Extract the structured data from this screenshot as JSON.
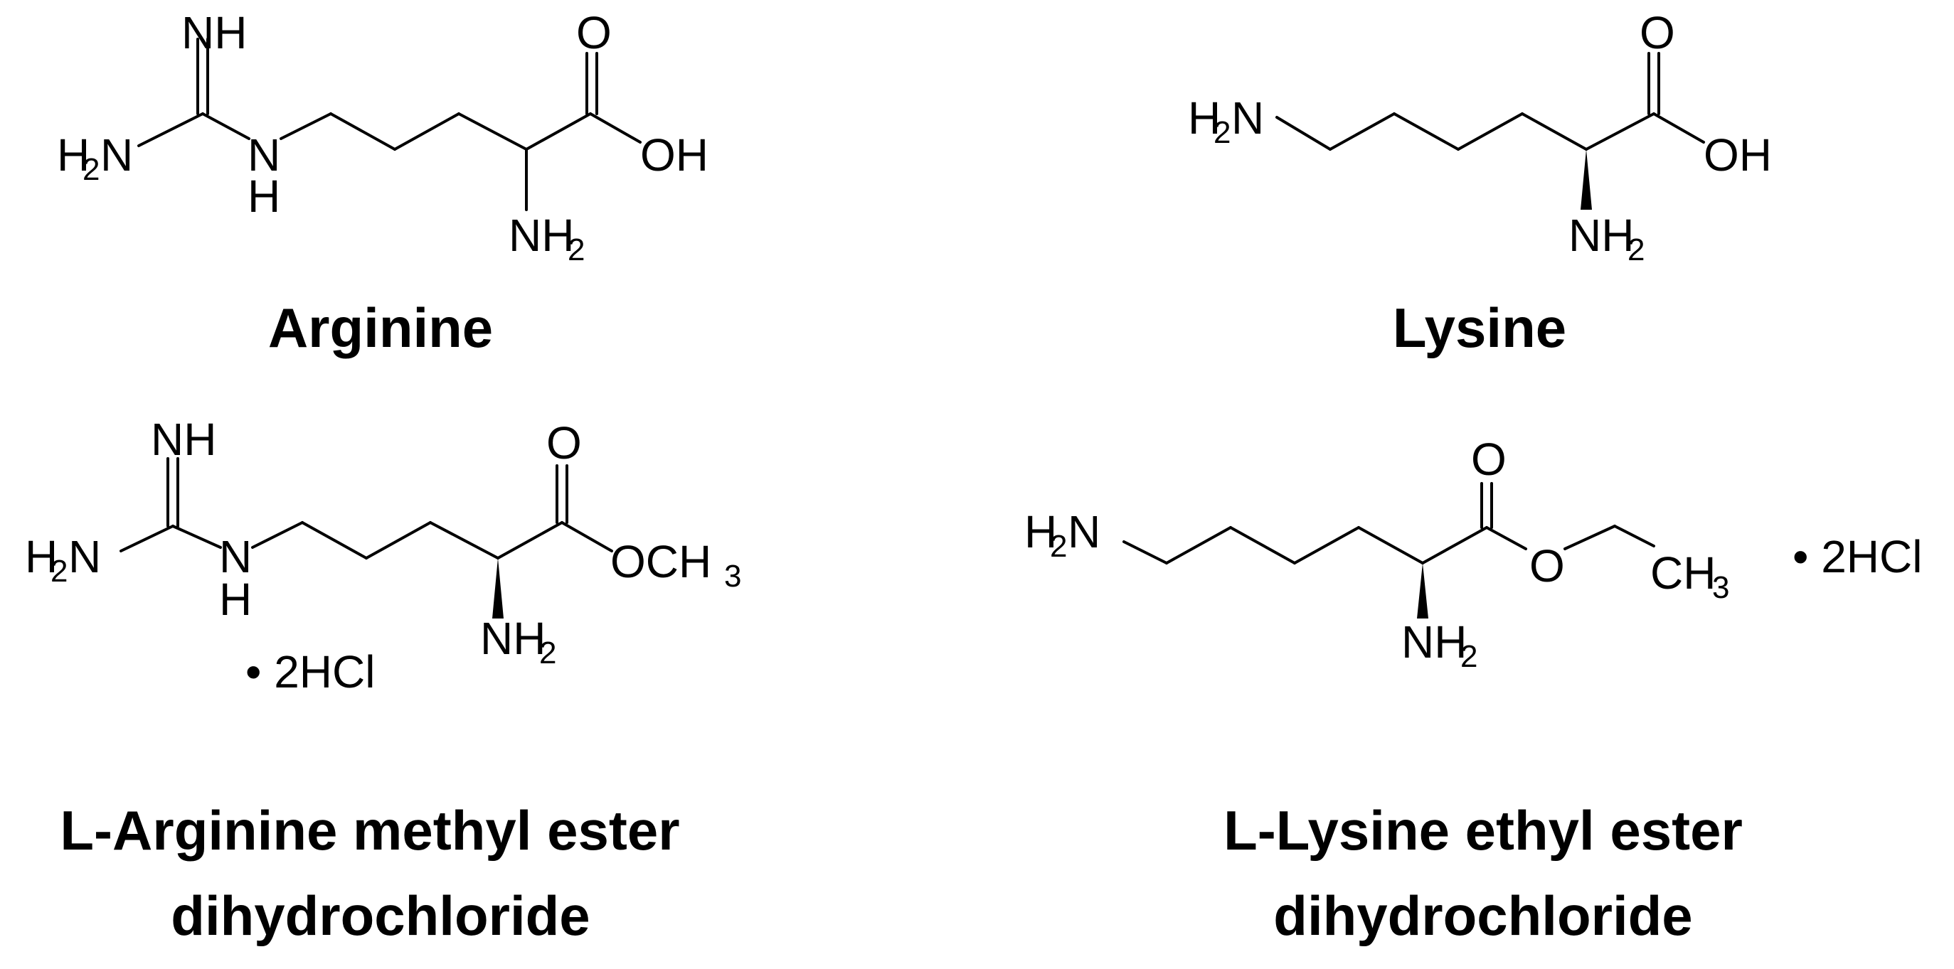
{
  "molecules": {
    "arginine": {
      "name": "Arginine",
      "labels": {
        "imine": "NH",
        "amine_h2": "H",
        "amine_n": "N",
        "amine_sub": "2",
        "nh_n": "N",
        "nh_h": "H",
        "carbonyl_o": "O",
        "hydroxyl": "OH",
        "alpha_n": "NH",
        "alpha_sub": "2"
      }
    },
    "lysine": {
      "name": "Lysine",
      "labels": {
        "amine_h": "H",
        "amine_sub": "2",
        "amine_n": "N",
        "carbonyl_o": "O",
        "hydroxyl": "OH",
        "alpha_n": "NH",
        "alpha_sub": "2"
      }
    },
    "arginine_methyl_ester": {
      "name_line1": "L-Arginine methyl ester",
      "name_line2": "dihydrochloride",
      "salt": "• 2HCl",
      "labels": {
        "imine": "NH",
        "amine_h2": "H",
        "amine_n": "N",
        "amine_sub": "2",
        "nh_n": "N",
        "nh_h": "H",
        "carbonyl_o": "O",
        "ester": "OCH",
        "ester_sub": "3",
        "alpha_n": "NH",
        "alpha_sub": "2"
      }
    },
    "lysine_ethyl_ester": {
      "name_line1": "L-Lysine ethyl ester",
      "name_line2": "dihydrochloride",
      "salt": "• 2HCl",
      "labels": {
        "amine_h": "H",
        "amine_sub": "2",
        "amine_n": "N",
        "carbonyl_o": "O",
        "ester_o": "O",
        "methyl": "CH",
        "methyl_sub": "3",
        "alpha_n": "NH",
        "alpha_sub": "2"
      }
    }
  }
}
